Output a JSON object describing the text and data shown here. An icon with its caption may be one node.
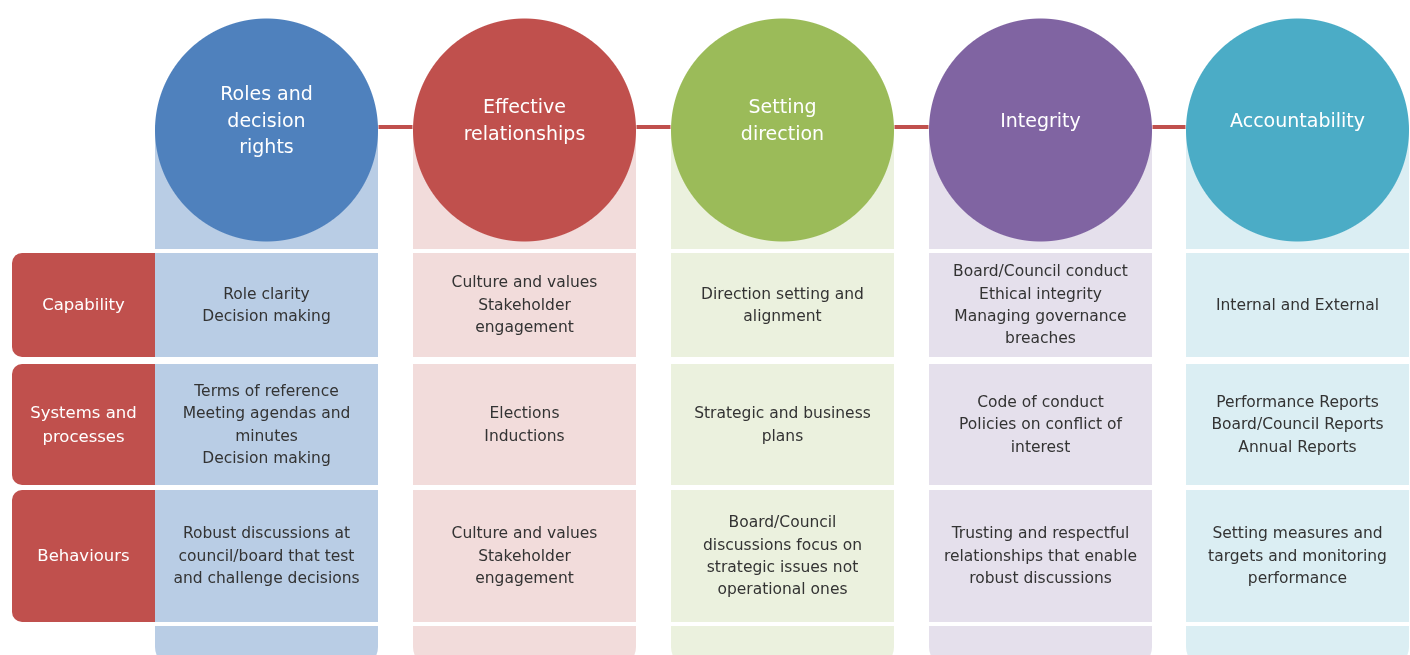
{
  "diagram": {
    "nodes": [
      {
        "text": [
          "Roles and decision rights"
        ]
      },
      {
        "text": [
          "Effective relationships"
        ]
      },
      {
        "text": [
          "Setting direction"
        ]
      },
      {
        "text": [
          "Integrity"
        ]
      },
      {
        "text": [
          "Accountability"
        ]
      },
      {
        "text": [
          "Capability"
        ]
      },
      {
        "text": [
          "Systems and processes"
        ]
      },
      {
        "text": [
          "Behaviours"
        ]
      },
      {
        "text": [],
        "shape": "bar"
      },
      {
        "text": [
          "Role clarity",
          "Decision making"
        ],
        "in": 8
      },
      {
        "text": [
          "Terms of reference",
          "Meeting agendas and minutes",
          "Decision making"
        ],
        "in": 8
      },
      {
        "text": [
          "Robust discussions at council/board that test and challenge decisions"
        ],
        "in": 8
      },
      {
        "text": [],
        "shape": "bar"
      },
      {
        "text": [
          "Culture and values",
          "Stakeholder engagement"
        ],
        "in": 12
      },
      {
        "text": [
          "Elections",
          "Inductions"
        ],
        "in": 12
      },
      {
        "text": [
          "Culture and values",
          "Stakeholder engagement"
        ],
        "in": 12
      },
      {
        "text": [],
        "shape": "bar"
      },
      {
        "text": [
          "Direction setting and alignment"
        ],
        "in": 16
      },
      {
        "text": [
          "Strategic and business plans"
        ],
        "in": 16
      },
      {
        "text": [
          "Board/Council discussions focus on strategic issues not operational ones"
        ],
        "in": 16
      },
      {
        "text": [],
        "shape": "bar"
      },
      {
        "text": [
          "Board/Council conduct",
          "Ethical integrity",
          "Managing governance breaches"
        ],
        "in": 20
      },
      {
        "text": [
          "Code of conduct",
          "Policies on conflict of interest"
        ],
        "in": 20
      },
      {
        "text": [
          "Trusting and respectful relationships that enable robust discussions"
        ],
        "in": 20
      },
      {
        "text": [],
        "shape": "bar"
      },
      {
        "text": [
          "Internal and External"
        ],
        "in": 24
      },
      {
        "text": [
          "Performance Reports",
          "Board/Council Reports",
          "Annual Reports"
        ],
        "in": 24
      },
      {
        "text": [
          "Setting measures and targets and monitoring performance"
        ],
        "in": 24
      }
    ],
    "edges": [
      {
        "from": 0,
        "to": 1,
        "arrow": "none"
      },
      {
        "from": 1,
        "to": 2,
        "arrow": "none"
      },
      {
        "from": 2,
        "to": 3,
        "arrow": "none"
      },
      {
        "from": 3,
        "to": 4,
        "arrow": "none"
      }
    ]
  }
}
